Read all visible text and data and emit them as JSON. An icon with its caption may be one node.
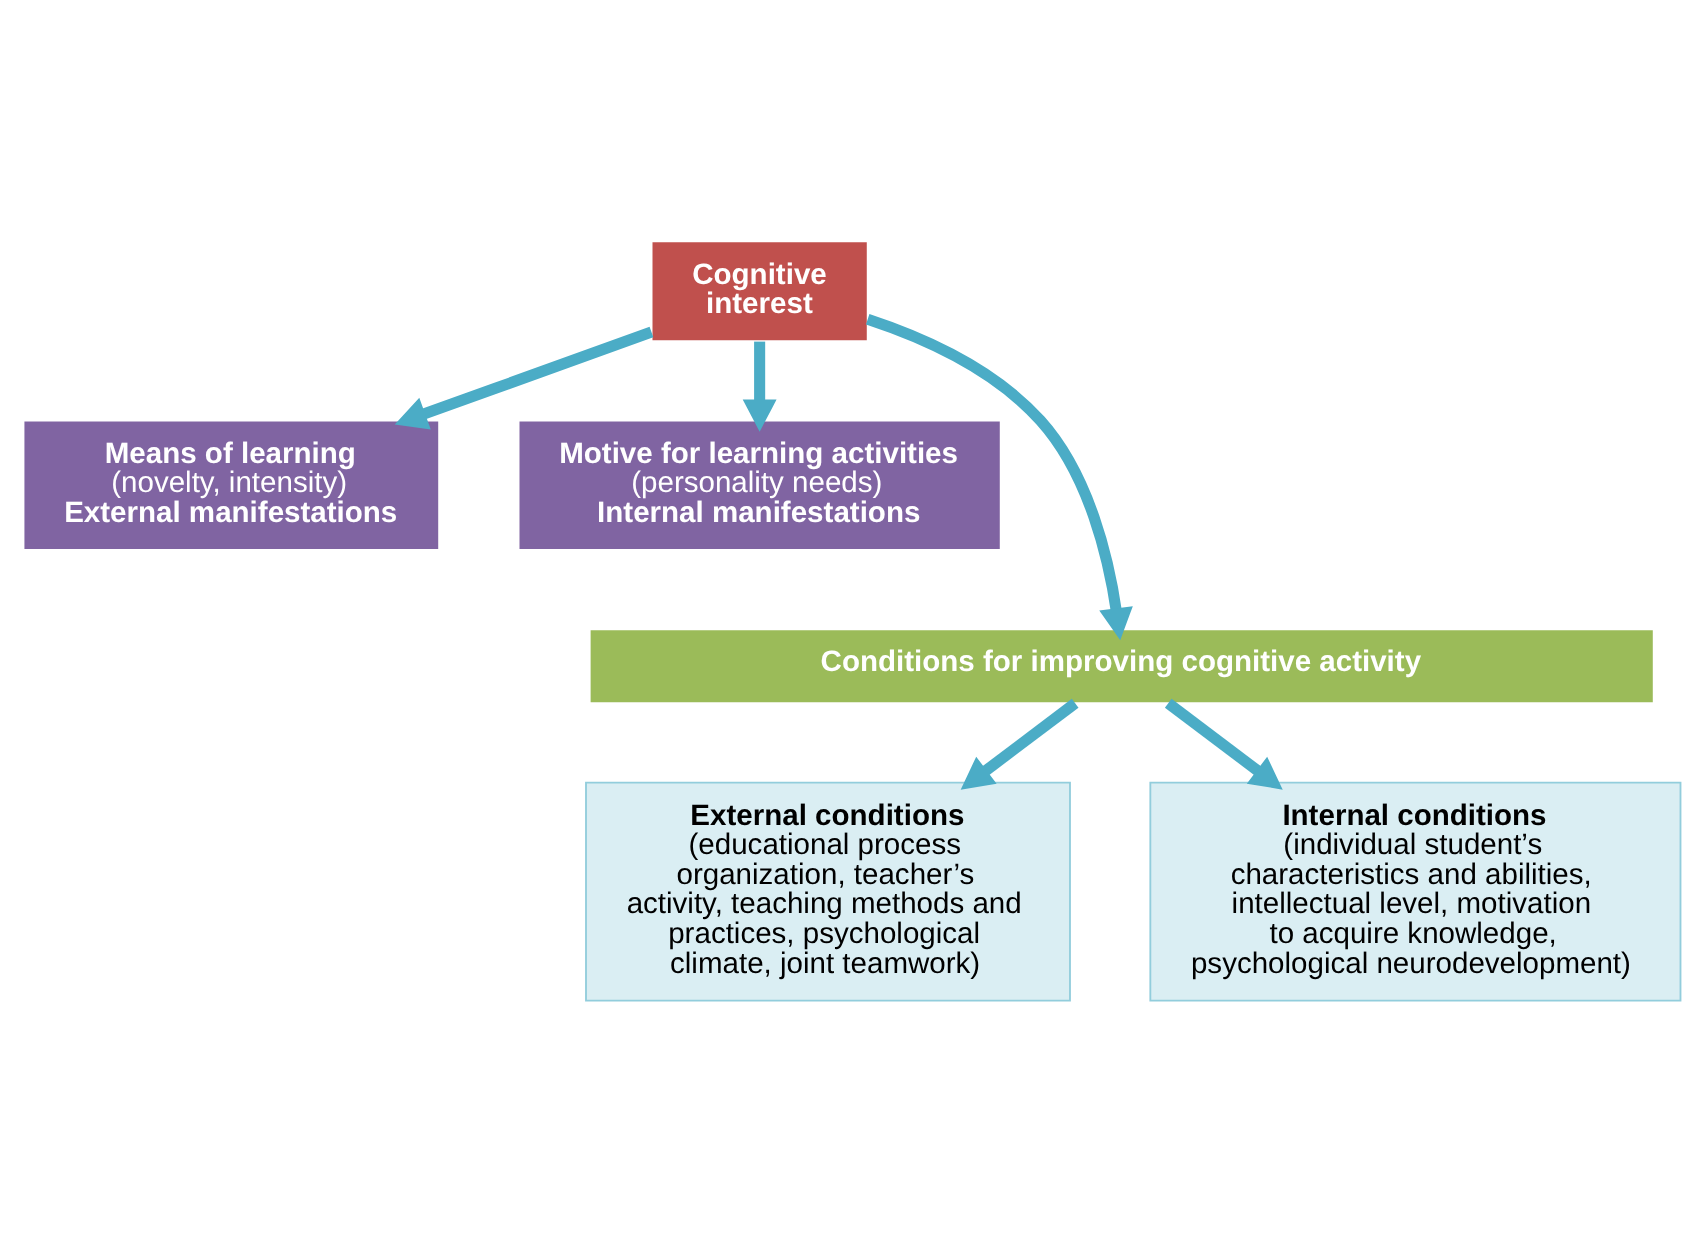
{
  "diagram": {
    "nodes": [
      {
        "text": [
          "Cognitive interest"
        ]
      },
      {
        "text": [
          "Means of learning",
          "(novelty, intensity)",
          "External manifestations"
        ]
      },
      {
        "text": [
          "Motive for learning activities",
          "(personality needs)",
          "Internal manifestations"
        ]
      },
      {
        "text": [
          "Conditions for improving cognitive activity"
        ]
      },
      {
        "text": [
          "External conditions",
          "(educational process organization, teacher’s activity, teaching methods and practices, psychological climate, joint teamwork)"
        ]
      },
      {
        "text": [
          "Internal conditions",
          "(individual student’s characteristics and abilities, intellectual level, motivation to acquire knowledge, psychological neurodevelopment)"
        ]
      }
    ],
    "edges": [
      {
        "from": 0,
        "to": 1,
        "arrow": "to"
      },
      {
        "from": 0,
        "to": 2,
        "arrow": "to"
      },
      {
        "from": 0,
        "to": 3,
        "arrow": "to"
      },
      {
        "from": 3,
        "to": 4,
        "arrow": "to"
      },
      {
        "from": 3,
        "to": 5,
        "arrow": "to"
      }
    ]
  }
}
